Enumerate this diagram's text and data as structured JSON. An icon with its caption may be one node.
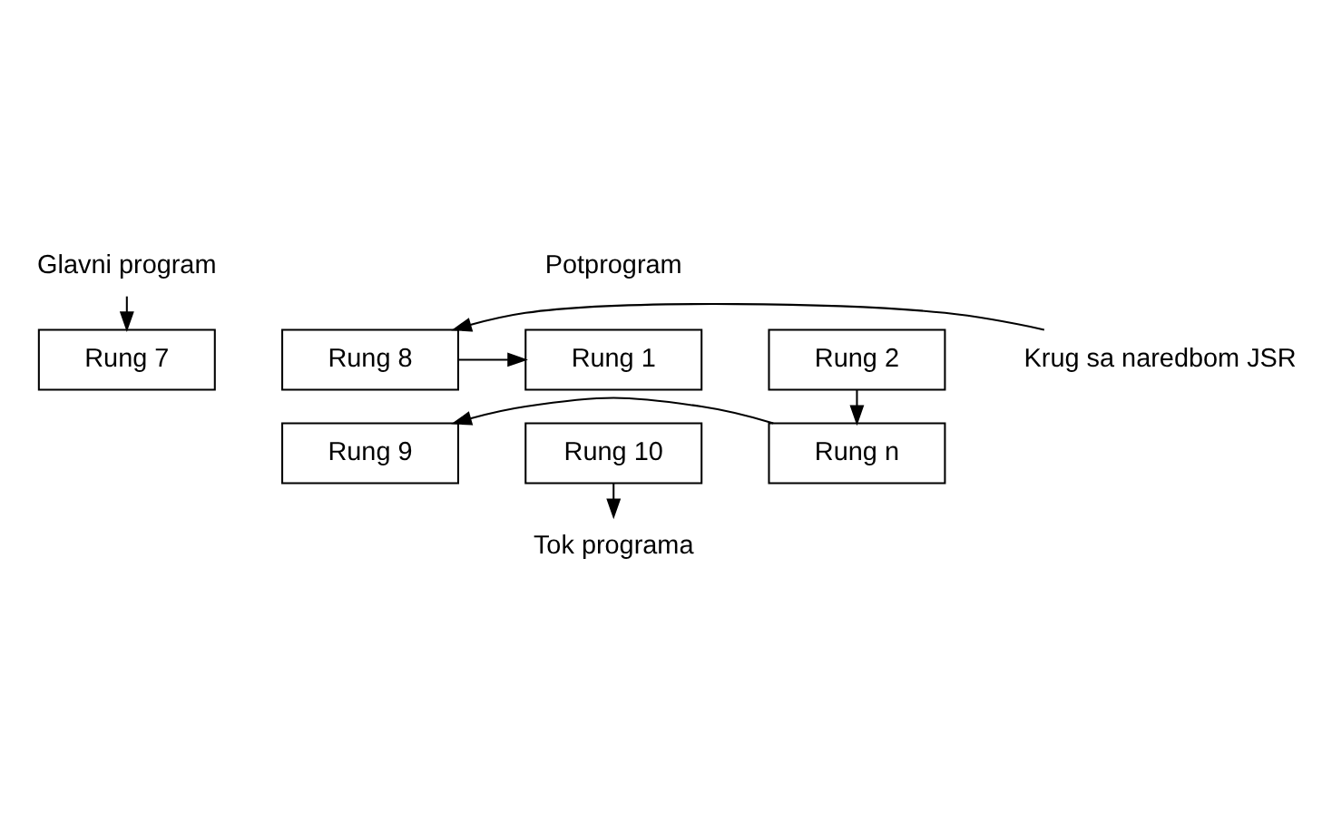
{
  "diagram": {
    "nodes": [
      {
        "text": [
          "Glavni program"
        ]
      },
      {
        "text": [
          "Rung 1"
        ]
      },
      {
        "text": [
          "Rung 2"
        ]
      },
      {
        "text": [
          "Rung 7"
        ]
      },
      {
        "text": [
          "Rung 8"
        ]
      },
      {
        "text": [
          "Krug sa naredbom JSR"
        ]
      },
      {
        "text": [
          "Rung 9"
        ]
      },
      {
        "text": [
          "Rung n"
        ]
      },
      {
        "text": [
          "Rung 10"
        ]
      },
      {
        "text": [
          "Tok programa"
        ]
      }
    ],
    "edges": [
      {
        "from": 0,
        "to": 3,
        "arrow": "to"
      },
      {
        "from": 4,
        "to": 1,
        "arrow": "to"
      },
      {
        "from": 5,
        "to": 4,
        "arrow": "to"
      },
      {
        "from": 2,
        "to": 7,
        "arrow": "to"
      },
      {
        "from": 7,
        "to": 6,
        "arrow": "to"
      },
      {
        "from": 8,
        "to": 9,
        "arrow": "to"
      }
    ],
    "labels": [
      "Potprogram"
    ]
  }
}
